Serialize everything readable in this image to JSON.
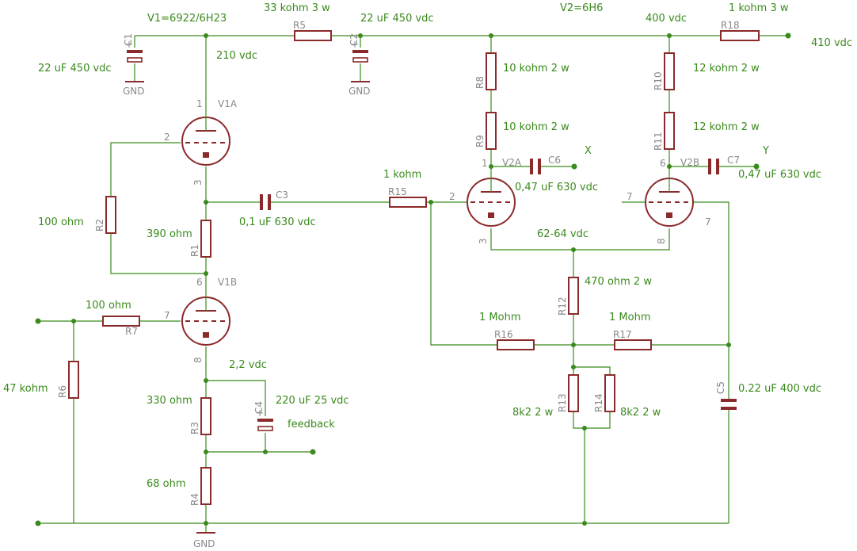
{
  "colors": {
    "wire": "#3a8a1c",
    "part": "#8b2a2a",
    "name": "#888888",
    "background": "#ffffff"
  },
  "labels": {
    "v1_type": "V1=6922/6H23",
    "v2_type": "V2=6H6",
    "r5_value": "33 kohm 3 w",
    "c2_value": "22 uF 450 vdc",
    "c1_value": "22 uF 450 vdc",
    "v400": "400 vdc",
    "r18_value": "1 kohm 3 w",
    "v410": "410 vdc",
    "v210": "210 vdc",
    "r8_value": "10 kohm 2 w",
    "r9_value": "10 kohm 2 w",
    "r10_value": "12 kohm 2 w",
    "r11_value": "12 kohm 2 w",
    "r15_value": "1 kohm",
    "c6_value": "0,47 uF 630 vdc",
    "c7_value": "0,47 uF 630 vdc",
    "out_x": "X",
    "out_y": "Y",
    "r2_value": "100 ohm",
    "r1_value": "390 ohm",
    "c3_value": "0,1 uF 630 vdc",
    "v62": "62-64 vdc",
    "r12_value": "470 ohm 2 w",
    "r7_value": "100 ohm",
    "r16_value": "1 Mohm",
    "r17_value": "1 Mohm",
    "r6_value": "47 kohm",
    "v22": "2,2 vdc",
    "c4_value": "220 uF 25 vdc",
    "r3_value": "330 ohm",
    "feedback": "feedback",
    "c5_value": "0.22 uF 400 vdc",
    "r13_value": "8k2 2 w",
    "r14_value": "8k2 2 w",
    "r4_value": "68 ohm"
  },
  "names": {
    "r1": "R1",
    "r2": "R2",
    "r3": "R3",
    "r4": "R4",
    "r5": "R5",
    "r6": "R6",
    "r7": "R7",
    "r8": "R8",
    "r9": "R9",
    "r10": "R10",
    "r11": "R11",
    "r12": "R12",
    "r13": "R13",
    "r14": "R14",
    "r15": "R15",
    "r16": "R16",
    "r17": "R17",
    "r18": "R18",
    "c1": "C1",
    "c2": "C2",
    "c3": "C3",
    "c4": "C4",
    "c5": "C5",
    "c6": "C6",
    "c7": "C7",
    "v1a": "V1A",
    "v1b": "V1B",
    "v2a": "V2A",
    "v2b": "V2B",
    "gnd": "GND",
    "pin_1": "1",
    "pin_2": "2",
    "pin_3": "3",
    "pin_6": "6",
    "pin_7": "7",
    "pin_8": "8",
    "plus": "+"
  }
}
